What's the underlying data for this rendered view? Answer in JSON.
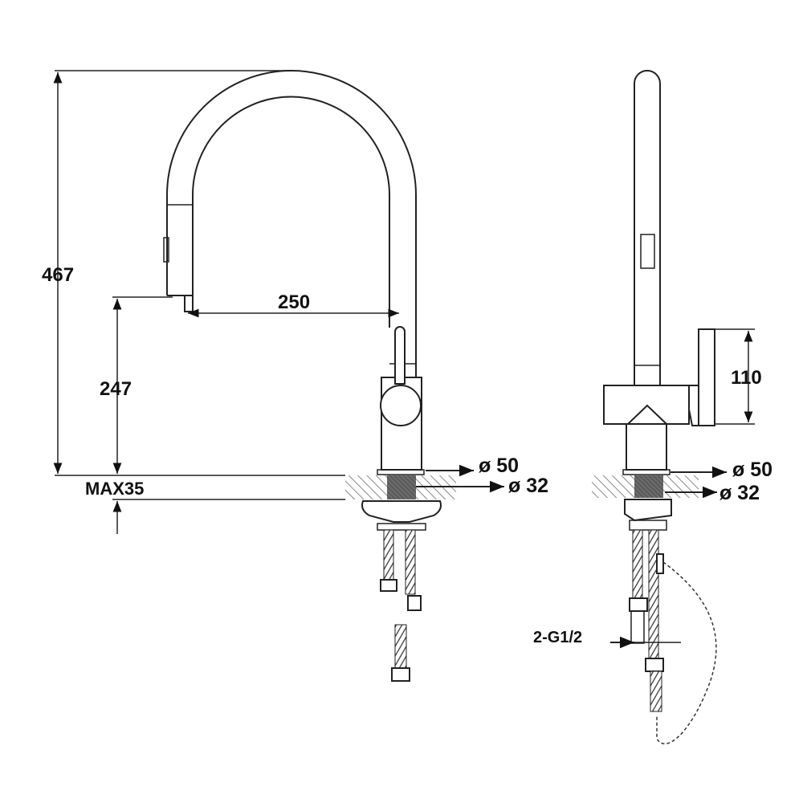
{
  "front_view": {
    "total_height_label": "467",
    "spout_reach_label": "250",
    "spout_height_label": "247",
    "max_counter_label": "MAX35",
    "base_diameter_label": "ø 50",
    "hole_diameter_label": "ø 32"
  },
  "side_view": {
    "handle_height_label": "110",
    "base_diameter_label": "ø 50",
    "hole_diameter_label": "ø 32",
    "connection_label": "2-G1/2"
  },
  "colors": {
    "line": "#222222",
    "hatch": "#888888",
    "hole": "#555555"
  }
}
